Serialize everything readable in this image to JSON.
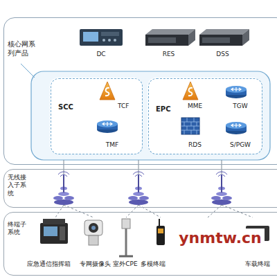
{
  "diagram": {
    "nodes": [
      {
        "text": [
          "核心网系列产品"
        ]
      },
      {
        "text": [
          "DC"
        ],
        "in": 0
      },
      {
        "text": [
          "RES"
        ],
        "in": 0
      },
      {
        "text": [
          "DSS"
        ],
        "in": 0
      },
      {
        "text": [
          "SCC"
        ],
        "in": 0
      },
      {
        "text": [
          "TCF"
        ],
        "in": 4
      },
      {
        "text": [
          "TMF"
        ],
        "in": 4
      },
      {
        "text": [
          "EPC"
        ],
        "in": 0
      },
      {
        "text": [
          "MME"
        ],
        "in": 7
      },
      {
        "text": [
          "TGW"
        ],
        "in": 7
      },
      {
        "text": [
          "RDS"
        ],
        "in": 7
      },
      {
        "text": [
          "S/PGW"
        ],
        "in": 7
      },
      {
        "text": [
          "无线接入子系统"
        ]
      },
      {
        "text": [
          "终端子系统"
        ]
      }
    ],
    "labels": [
      "应急通信指挥箱",
      "专网摄像头",
      "室外CPE",
      "多模终端",
      "车载终端",
      "ynmtw.cn"
    ]
  }
}
